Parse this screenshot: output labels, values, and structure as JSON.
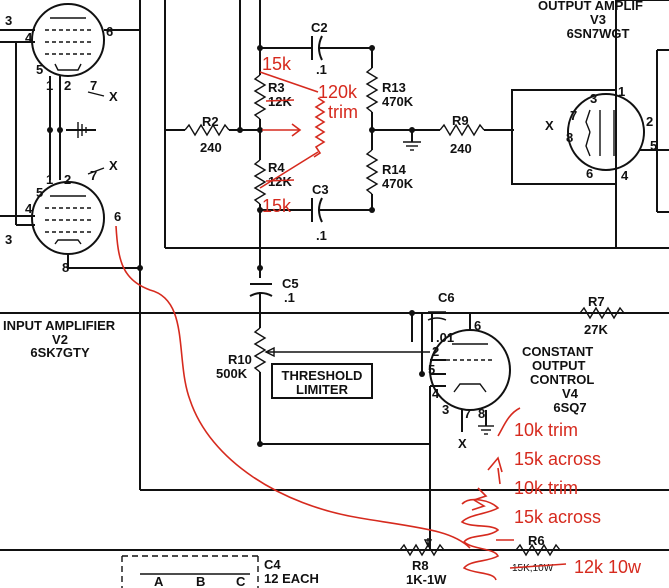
{
  "schematic": {
    "output_amp_title": "OUTPUT AMPLIF",
    "output_tube": "V3",
    "output_tube_type": "6SN7WGT",
    "input_amp_title": "INPUT AMPLIFIER",
    "input_tube": "V2",
    "input_tube_type": "6SK7GTY",
    "constant_line1": "CONSTANT",
    "constant_line2": "OUTPUT",
    "constant_line3": "CONTROL",
    "constant_tube": "V4",
    "constant_tube_type": "6SQ7",
    "threshold_line1": "THRESHOLD",
    "threshold_line2": "LIMITER",
    "components": {
      "c2": "C2",
      "c2_val": ".1",
      "c3": "C3",
      "c3_val": ".1",
      "c5": "C5",
      "c5_val": ".1",
      "c6": "C6",
      "c6_val": ".01",
      "c4": "C4",
      "c4_val": "12 EACH",
      "r2": "R2",
      "r2_val": "240",
      "r3": "R3",
      "r3_val": "12K",
      "r4": "R4",
      "r4_val": "12K",
      "r7": "R7",
      "r7_val": "27K",
      "r8": "R8",
      "r8_val": "1K-1W",
      "r9": "R9",
      "r9_val": "240",
      "r10": "R10",
      "r10_val": "500K",
      "r13": "R13",
      "r13_val": "470K",
      "r14": "R14",
      "r14_val": "470K",
      "r6": "R6",
      "r6_val": "15K,10W"
    },
    "pins": {
      "p1": "1",
      "p2": "2",
      "p3": "3",
      "p4": "4",
      "p5": "5",
      "p6": "6",
      "p7": "7",
      "p8": "8",
      "x": "X",
      "ta": "A",
      "tb": "B",
      "tc": "C"
    }
  },
  "annotations": {
    "r3_new": "15k",
    "r4_new": "15k",
    "trim_value": "120k",
    "trim_word": "trim",
    "note1": "10k trim",
    "note2": "15k across",
    "note3": "10k trim",
    "note4": "15k across",
    "r6_new": "12k 10w"
  },
  "colors": {
    "ink": "#111111",
    "annotation_red": "#d62a1e",
    "paper": "#ffffff"
  }
}
